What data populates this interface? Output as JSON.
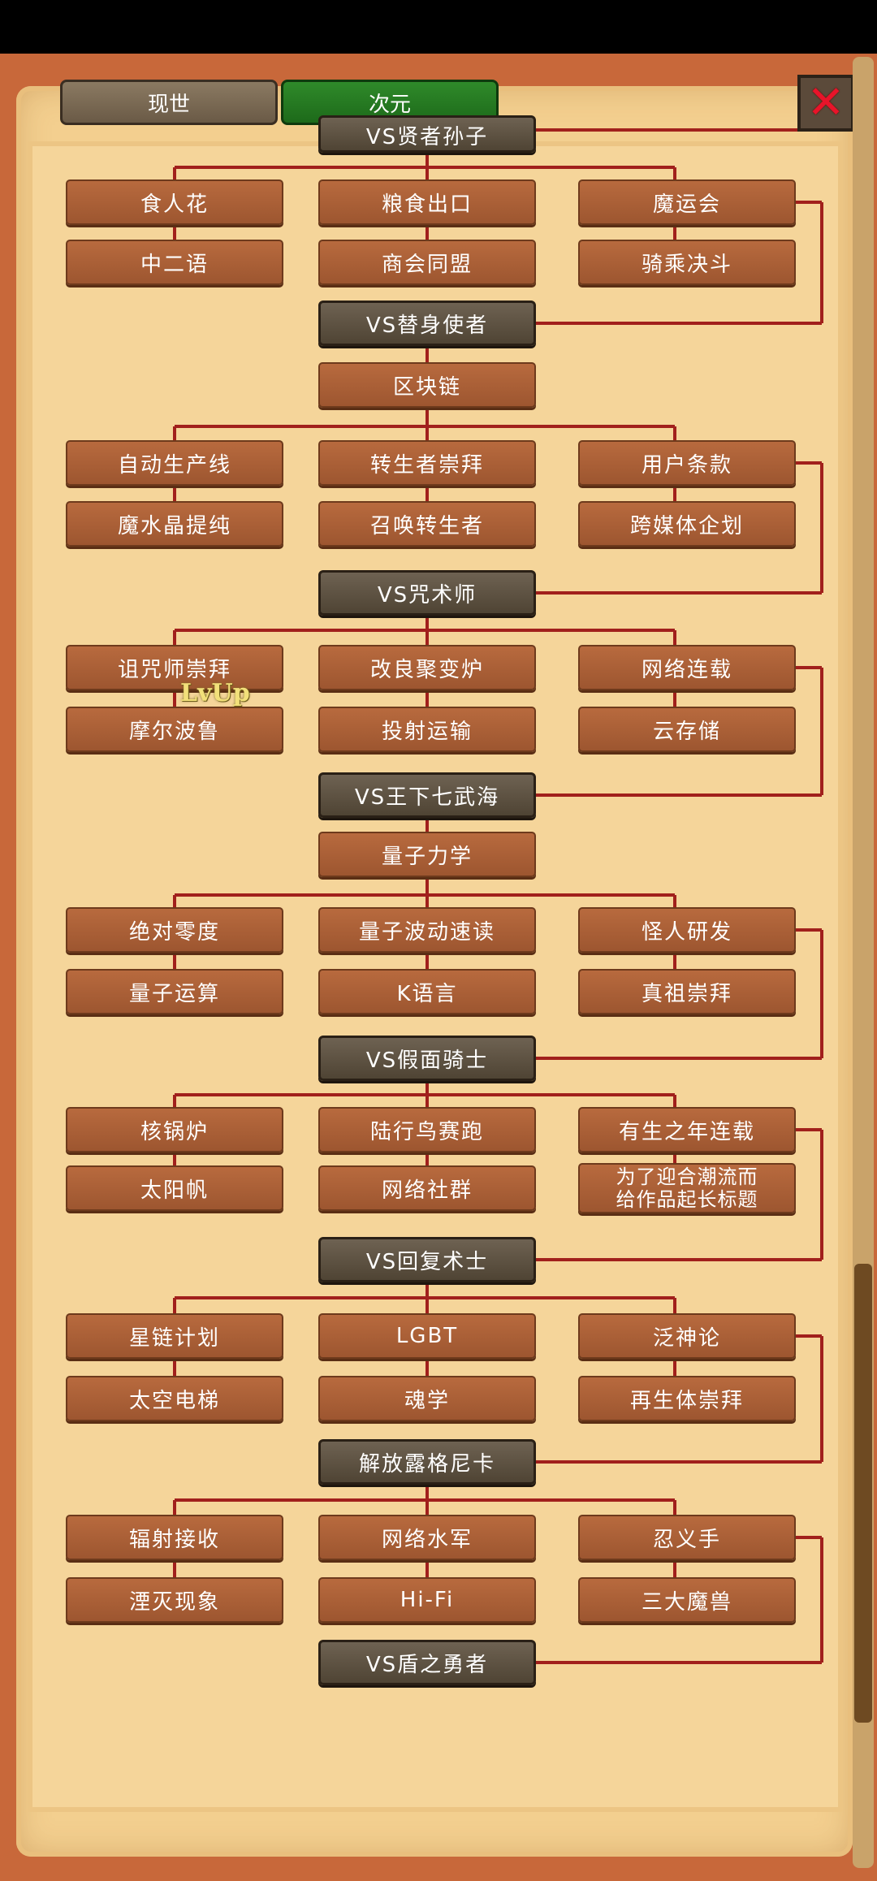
{
  "tabs": [
    {
      "label": "现世",
      "active": false
    },
    {
      "label": "次元",
      "active": true
    }
  ],
  "close_icon": "close-x-icon",
  "colors": {
    "line": "#a1201c",
    "node": "#b0633a",
    "boss": "#5e5242",
    "active_tab": "#2a7f26"
  },
  "lvup": "LvUp",
  "bosses": [
    "VS贤者孙子",
    "VS替身使者",
    "VS咒术师",
    "VS王下七武海",
    "VS假面骑士",
    "VS回复术士",
    "解放露格尼卡",
    "VS盾之勇者"
  ],
  "pre_nodes": [
    "区块链",
    "量子力学"
  ],
  "groups": [
    {
      "row1": [
        "食人花",
        "粮食出口",
        "魔运会"
      ],
      "row2": [
        "中二语",
        "商会同盟",
        "骑乘决斗"
      ]
    },
    {
      "row1": [
        "自动生产线",
        "转生者崇拜",
        "用户条款"
      ],
      "row2": [
        "魔水晶提纯",
        "召唤转生者",
        "跨媒体企划"
      ]
    },
    {
      "row1": [
        "诅咒师崇拜",
        "改良聚变炉",
        "网络连载"
      ],
      "row2": [
        "摩尔波鲁",
        "投射运输",
        "云存储"
      ]
    },
    {
      "row1": [
        "绝对零度",
        "量子波动速读",
        "怪人研发"
      ],
      "row2": [
        "量子运算",
        "K语言",
        "真祖崇拜"
      ]
    },
    {
      "row1": [
        "核锅炉",
        "陆行鸟赛跑",
        "有生之年连载"
      ],
      "row2": [
        "太阳帆",
        "网络社群",
        "为了迎合潮流而\n给作品起长标题"
      ]
    },
    {
      "row1": [
        "星链计划",
        "LGBT",
        "泛神论"
      ],
      "row2": [
        "太空电梯",
        "魂学",
        "再生体崇拜"
      ]
    },
    {
      "row1": [
        "辐射接收",
        "网络水军",
        "忍义手"
      ],
      "row2": [
        "湮灭现象",
        "Hi-Fi",
        "三大魔兽"
      ]
    }
  ]
}
